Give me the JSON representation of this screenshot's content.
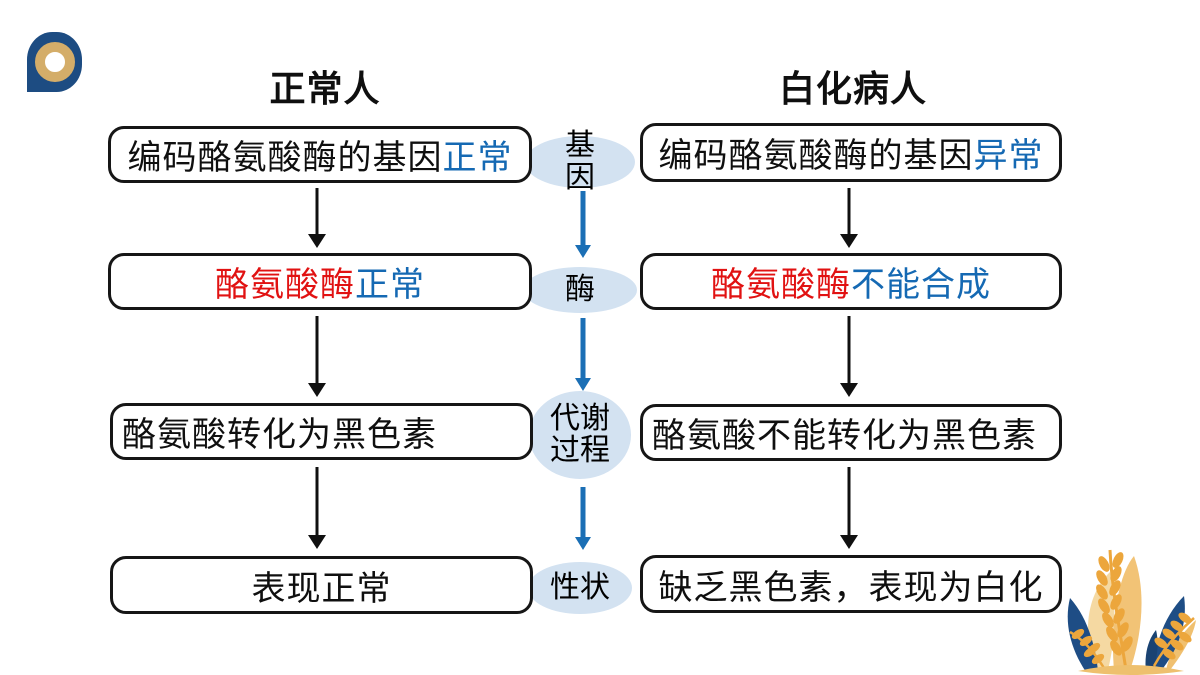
{
  "slide": {
    "headers": {
      "left": "正常人",
      "right": "白化病人"
    },
    "flow": {
      "left": {
        "boxes": [
          {
            "red": "",
            "black": "编码酪氨酸酶的基因",
            "blue": "正常"
          },
          {
            "red": "酪氨酸酶",
            "black": "",
            "blue": "正常"
          },
          {
            "red": "",
            "black": "酪氨酸转化为黑色素",
            "blue": ""
          },
          {
            "red": "",
            "black": "表现正常",
            "blue": ""
          }
        ]
      },
      "right": {
        "boxes": [
          {
            "red": "",
            "black": "编码酪氨酸酶的基因",
            "blue": "异常"
          },
          {
            "red": "酪氨酸酶",
            "black": "",
            "blue": "不能合成"
          },
          {
            "red": "",
            "black": "酪氨酸不能转化为黑色素",
            "blue": ""
          },
          {
            "red": "",
            "black": "缺乏黑色素，表现为白化",
            "blue": ""
          }
        ]
      },
      "stages": [
        {
          "label": "基因"
        },
        {
          "label": "酶"
        },
        {
          "label": "代谢过程"
        },
        {
          "label": "性状"
        }
      ]
    },
    "icons": {
      "logo": "brand-ring-logo",
      "plant": "plant-leaves-decoration"
    },
    "colors": {
      "text_blue": "#1569b3",
      "text_red": "#e11212",
      "stage_fill": "#d3e2f1",
      "arrow_blue": "#1b6fb5",
      "arrow_black": "#101010",
      "logo_navy": "#1d4c82",
      "logo_gold": "#d4ad69",
      "plant_gold": "#eca63c",
      "plant_navy": "#1e4d85"
    }
  }
}
